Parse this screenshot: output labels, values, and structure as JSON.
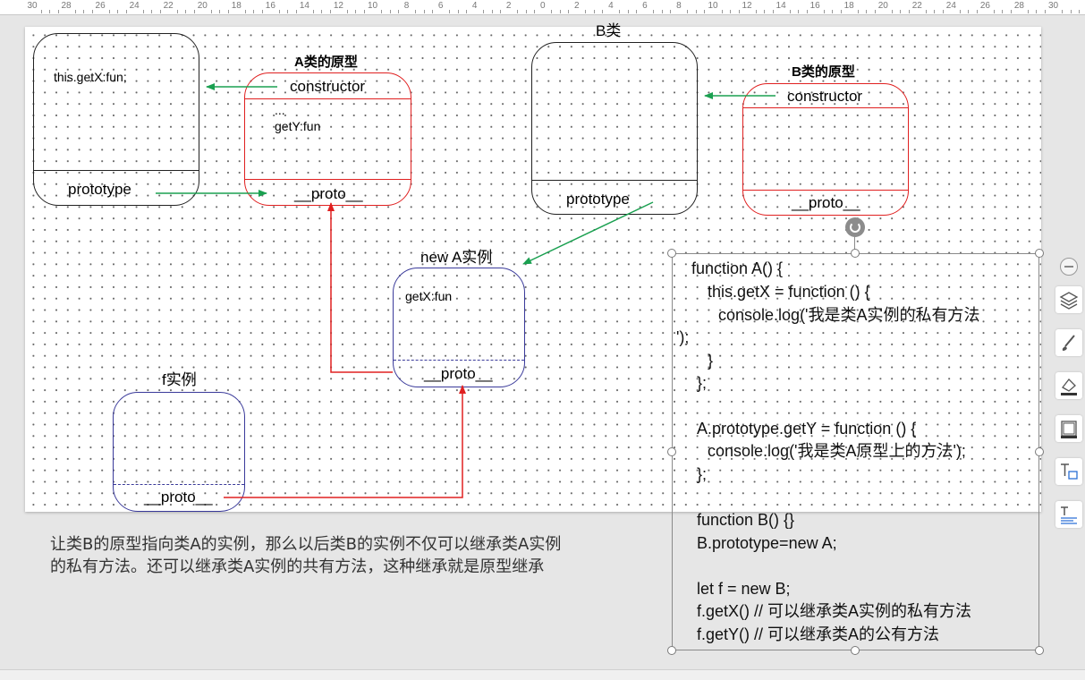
{
  "ruler": {
    "labels": [
      "30",
      "28",
      "26",
      "24",
      "22",
      "20",
      "18",
      "16",
      "14",
      "12",
      "10",
      "8",
      "6",
      "4",
      "2",
      "0",
      "2",
      "4",
      "6",
      "8",
      "10",
      "12",
      "14",
      "16",
      "18",
      "20",
      "22",
      "24",
      "26",
      "28",
      "30"
    ]
  },
  "diagram": {
    "box_a_class": {
      "line1": "this.getX:fun;",
      "prototype": "prototype"
    },
    "box_a_proto": {
      "title": "A类的原型",
      "constructor": "constructor",
      "dots": "...",
      "method": "getY:fun",
      "proto": "__proto__"
    },
    "box_b_class": {
      "title": "B类",
      "prototype": "prototype"
    },
    "box_b_proto": {
      "title": "B类的原型",
      "constructor": "constructor",
      "proto": "__proto__"
    },
    "box_new_a": {
      "title": "new A实例",
      "method": "getX:fun",
      "proto": "__proto__"
    },
    "box_f": {
      "title": "f实例",
      "proto": "__proto__"
    }
  },
  "code": {
    "lines": [
      "function A() {",
      "this.getX = function () {",
      "console.log('我是类A实例的私有方法",
      "');",
      "}",
      "};",
      "A.prototype.getY = function () {",
      "console.log('我是类A原型上的方法');",
      "};",
      "function B() {}",
      "B.prototype=new A;",
      "let f = new B;",
      "f.getX() // 可以继承类A实例的私有方法",
      "f.getY() // 可以继承类A的公有方法"
    ]
  },
  "caption": {
    "line1": "让类B的原型指向类A的实例，那么以后类B的实例不仅可以继承类A实例",
    "line2": "的私有方法。还可以继承类A实例的共有方法，这种继承就是原型继承"
  },
  "sidebar": {
    "tools": [
      "collapse-icon",
      "layers-icon",
      "brush-icon",
      "shape-fill-icon",
      "border-icon",
      "text-format-icon",
      "text-align-icon"
    ]
  },
  "colors": {
    "green_arrow": "#1aa050",
    "red_arrow": "#e02020",
    "red_box": "#e02020",
    "navy_box": "#3a3a9a"
  }
}
